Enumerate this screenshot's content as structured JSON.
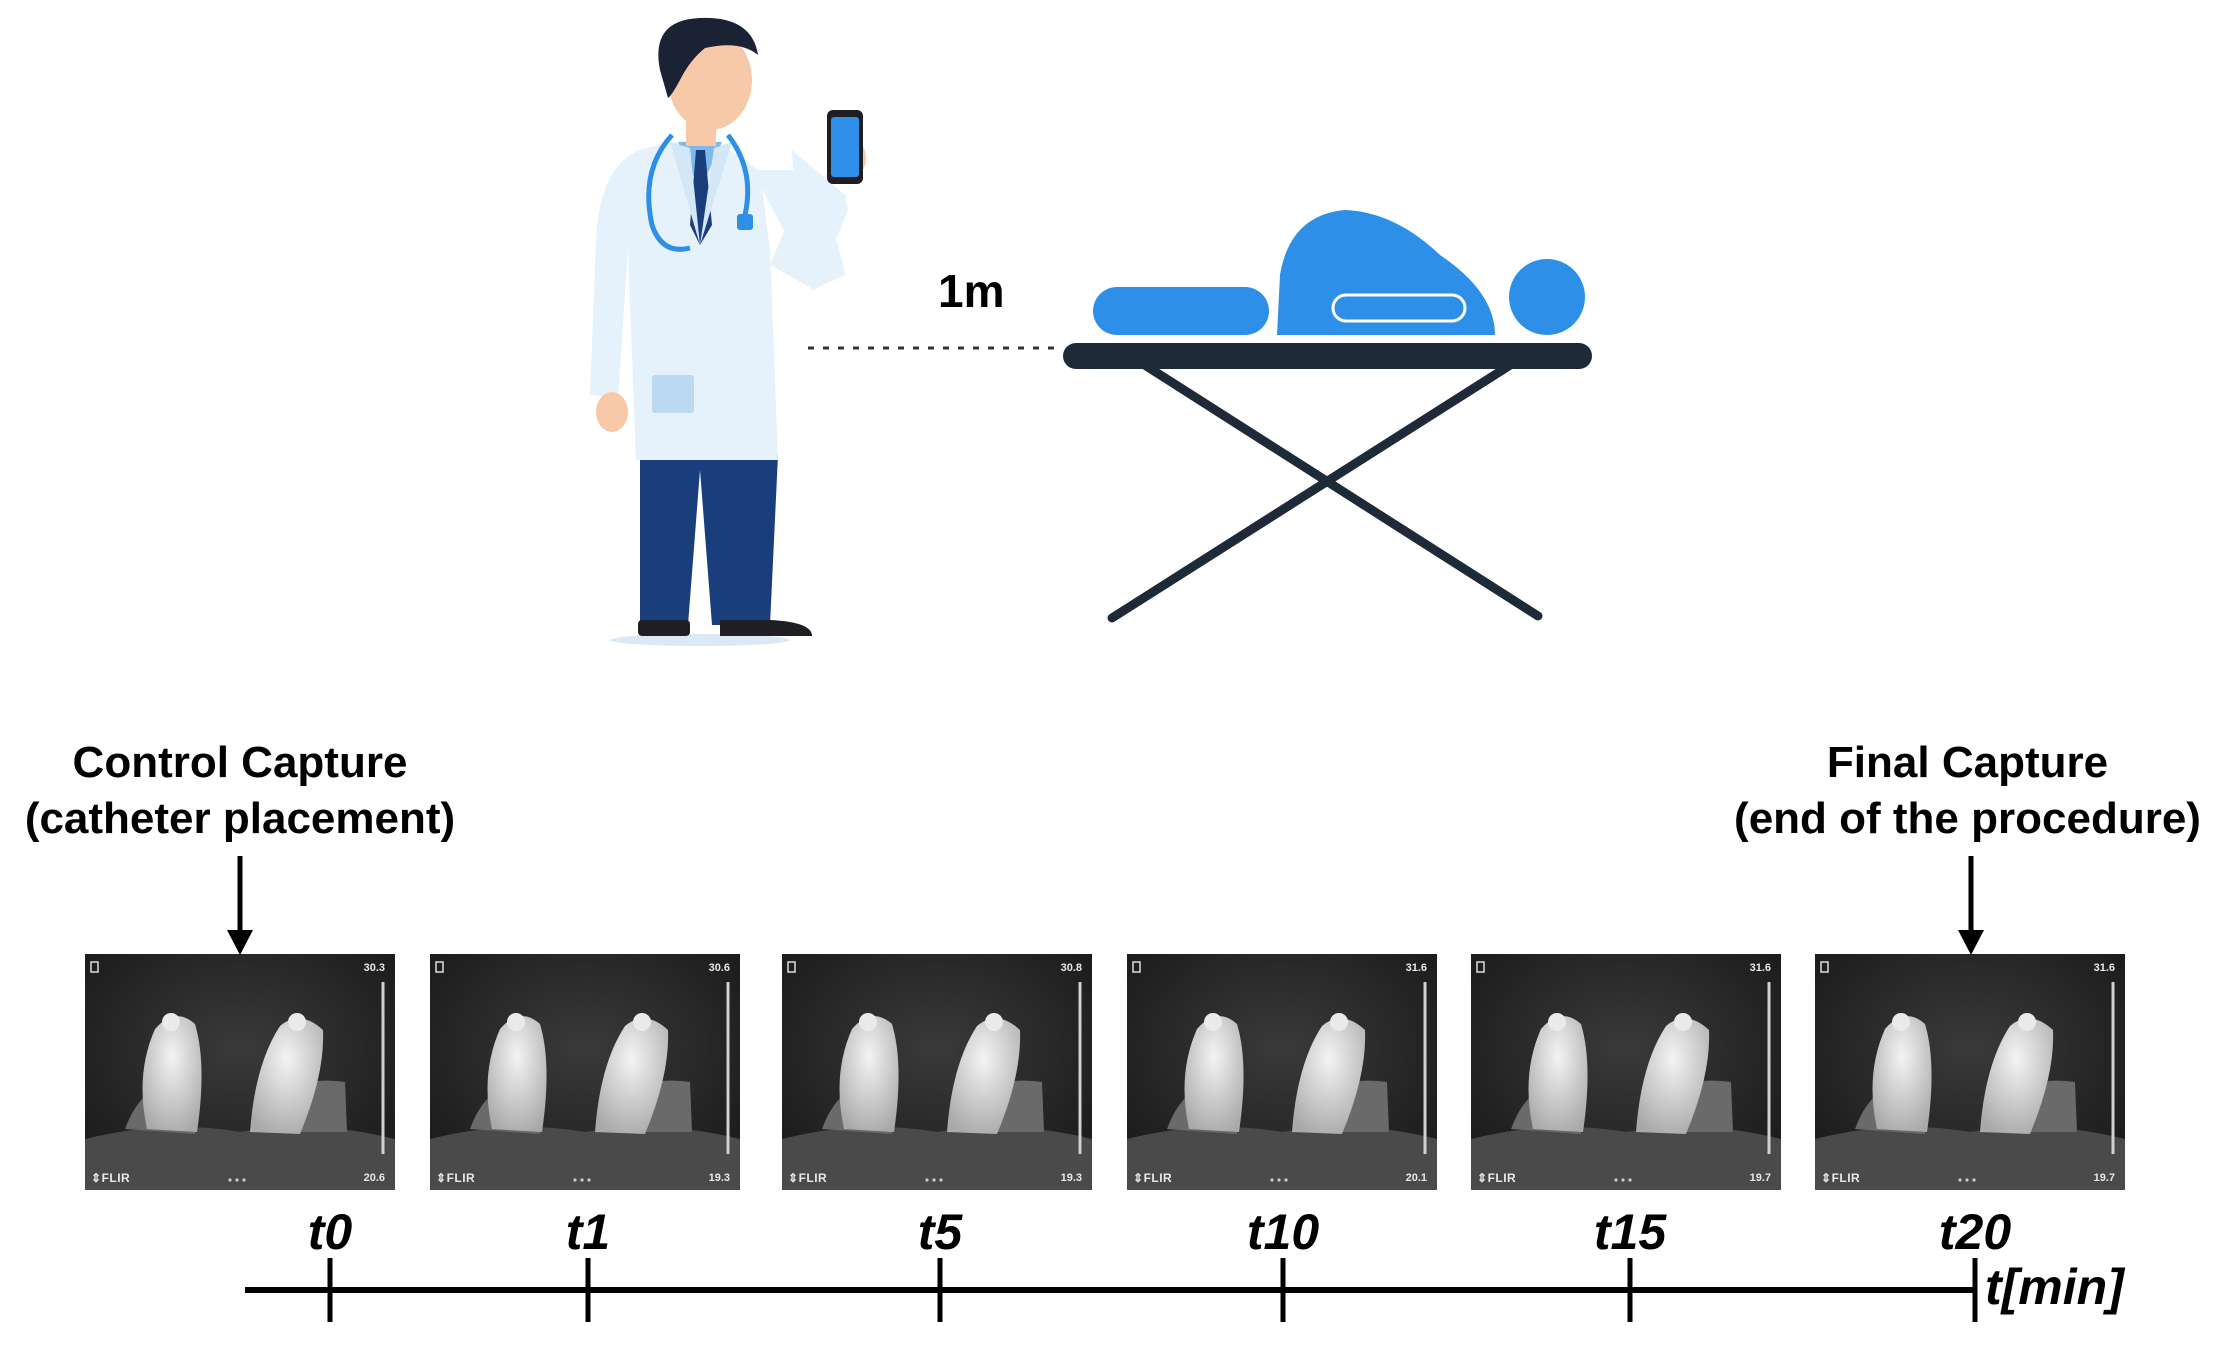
{
  "scene": {
    "distance_label": "1m"
  },
  "captures": {
    "control": {
      "line1": "Control Capture",
      "line2": "(catheter placement)"
    },
    "final": {
      "line1": "Final Capture",
      "line2": "(end of the procedure)"
    }
  },
  "timeline": {
    "axis_label": "t[min]",
    "ticks": [
      "t0",
      "t1",
      "t5",
      "t10",
      "t15",
      "t20"
    ]
  },
  "thermal_images": [
    {
      "max": "30.3",
      "min": "20.6",
      "brand": "FLIR"
    },
    {
      "max": "30.6",
      "min": "19.3",
      "brand": "FLIR"
    },
    {
      "max": "30.8",
      "min": "19.3",
      "brand": "FLIR"
    },
    {
      "max": "31.6",
      "min": "20.1",
      "brand": "FLIR"
    },
    {
      "max": "31.6",
      "min": "19.7",
      "brand": "FLIR"
    },
    {
      "max": "31.6",
      "min": "19.7",
      "brand": "FLIR"
    }
  ],
  "colors": {
    "accent_blue": "#2d8fe8",
    "coat": "#e6f2fb",
    "trousers": "#1a3d7c",
    "bed_frame": "#1f2a38"
  }
}
